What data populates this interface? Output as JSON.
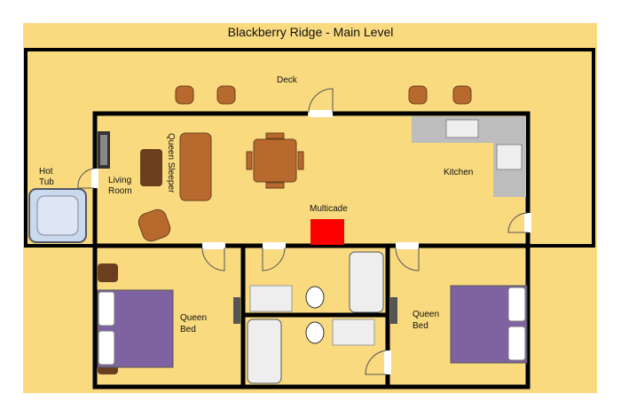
{
  "title": "Blackberry Ridge - Main Level",
  "labels": {
    "deck": "Deck",
    "hot_tub_1": "Hot",
    "hot_tub_2": "Tub",
    "living_room_1": "Living",
    "living_room_2": "Room",
    "queen_sleeper": "Queen Sleeper",
    "multicade": "Multicade",
    "kitchen": "Kitchen",
    "bed_left_1": "Queen",
    "bed_left_2": "Bed",
    "bed_right_1": "Queen",
    "bed_right_2": "Bed"
  },
  "colors": {
    "floor": "#F9DA7F",
    "wall": "#000000",
    "bed": "#7F62A1",
    "furniture": "#B86A2E",
    "dark_furniture": "#6B3E1E",
    "multicade": "#FF0000",
    "counter": "#BDBDBD",
    "tub": "#C9D9EE"
  }
}
